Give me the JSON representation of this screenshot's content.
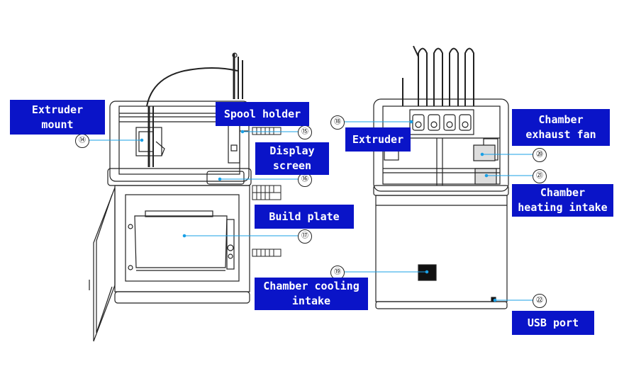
{
  "colors": {
    "label_bg": "#0a14c8",
    "label_text": "#ffffff",
    "leader_line": "#1aa0e6",
    "outline": "#222222"
  },
  "labels": {
    "extruder_mount": "Extruder\nmount",
    "spool_holder": "Spool holder",
    "display_screen": "Display\nscreen",
    "build_plate": "Build plate",
    "chamber_cooling_intake": "Chamber cooling\nintake",
    "extruder": "Extruder",
    "chamber_exhaust_fan": "Chamber\nexhaust fan",
    "chamber_heating_intake": "Chamber\nheating intake",
    "usb_port": "USB port"
  },
  "numbers": {
    "n14": "⑭",
    "n15": "⑮",
    "n16": "⑯",
    "n17": "⑰",
    "n18": "⑱",
    "n19": "⑲",
    "n20": "⑳",
    "n21": "㉑",
    "n22": "㉒"
  }
}
